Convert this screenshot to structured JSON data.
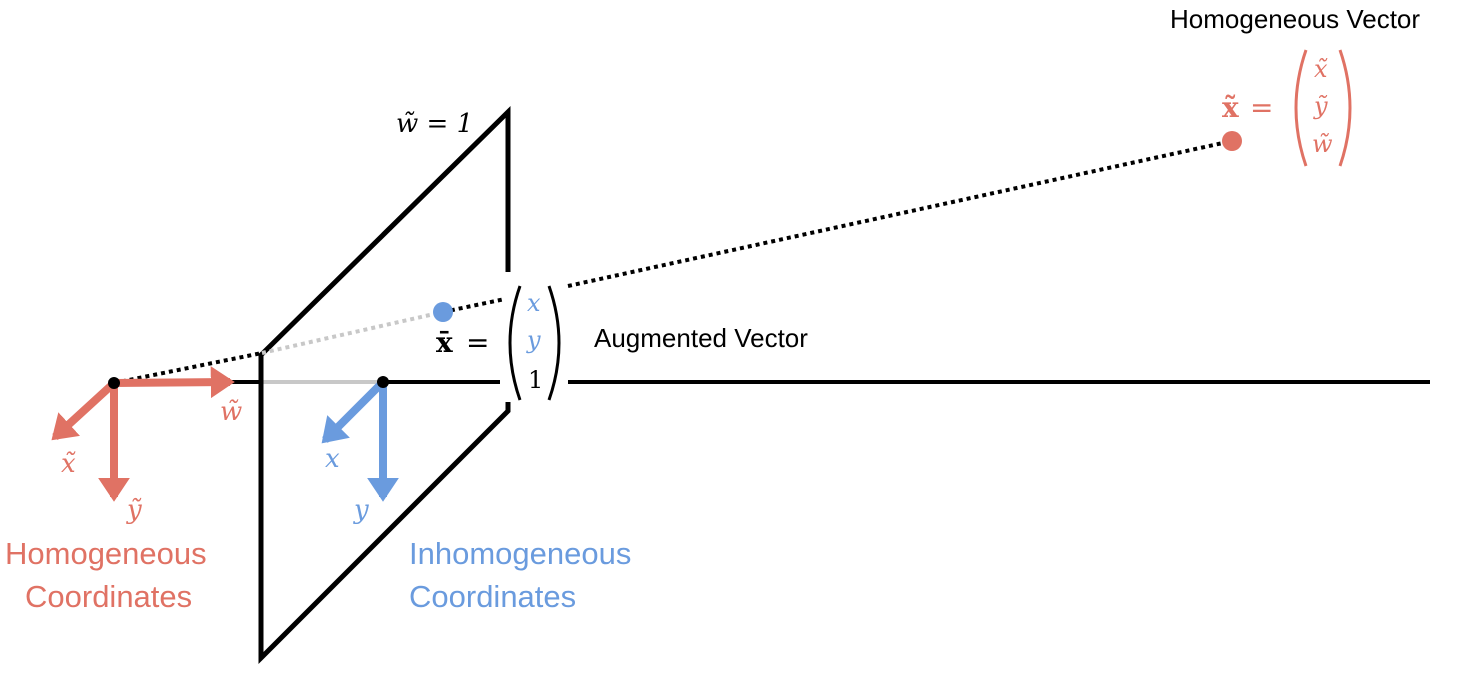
{
  "colors": {
    "homogeneous": "#E07264",
    "inhomogeneous": "#6A9BDE",
    "line": "#000000",
    "hidden": "#C8C8C8"
  },
  "labels": {
    "plane": "w̃ = 1",
    "homogeneous_vector_title": "Homogeneous Vector",
    "augmented_vector_title": "Augmented Vector",
    "homogeneous_coords": [
      "Homogeneous",
      "Coordinates"
    ],
    "inhomogeneous_coords": [
      "Inhomogeneous",
      "Coordinates"
    ]
  },
  "axes": {
    "homogeneous": {
      "w": "w̃",
      "x": "x̃",
      "y": "ỹ"
    },
    "inhomogeneous": {
      "x": "x",
      "y": "y"
    }
  },
  "homogeneous_vector": {
    "lhs": "x̃",
    "eq": "=",
    "entries": [
      "x̃",
      "ỹ",
      "w̃"
    ]
  },
  "augmented_vector": {
    "lhs": "x̄",
    "eq": "=",
    "entries": [
      "x",
      "y",
      "1"
    ]
  }
}
